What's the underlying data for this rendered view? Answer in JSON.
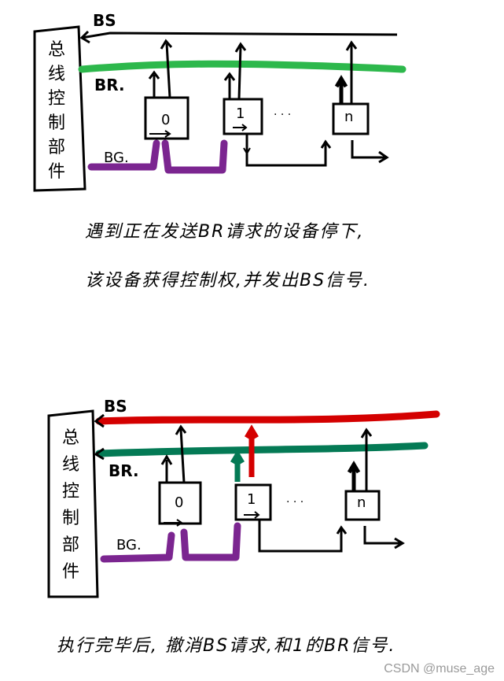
{
  "controller_label": [
    "总",
    "线",
    "控",
    "制",
    "部",
    "件"
  ],
  "signals": {
    "bs": "BS",
    "br": "BR.",
    "bg": "BG."
  },
  "devices": [
    "0",
    "1",
    "n"
  ],
  "ellipsis": "· · ·",
  "colors": {
    "br_line_top": "#2db84c",
    "bg_line": "#7b2590",
    "bs_line_bottom": "#d40000",
    "br_line_bottom": "#047a55",
    "ink": "#000000"
  },
  "diagram_top": {
    "caption_line1": "遇到正在发送BR请求的设备停下,",
    "caption_line2": "该设备获得控制权,并发出BS信号."
  },
  "diagram_bottom": {
    "caption": "执行完毕后,  撤消BS请求,和1的BR信号."
  },
  "watermark": "CSDN @muse_age"
}
